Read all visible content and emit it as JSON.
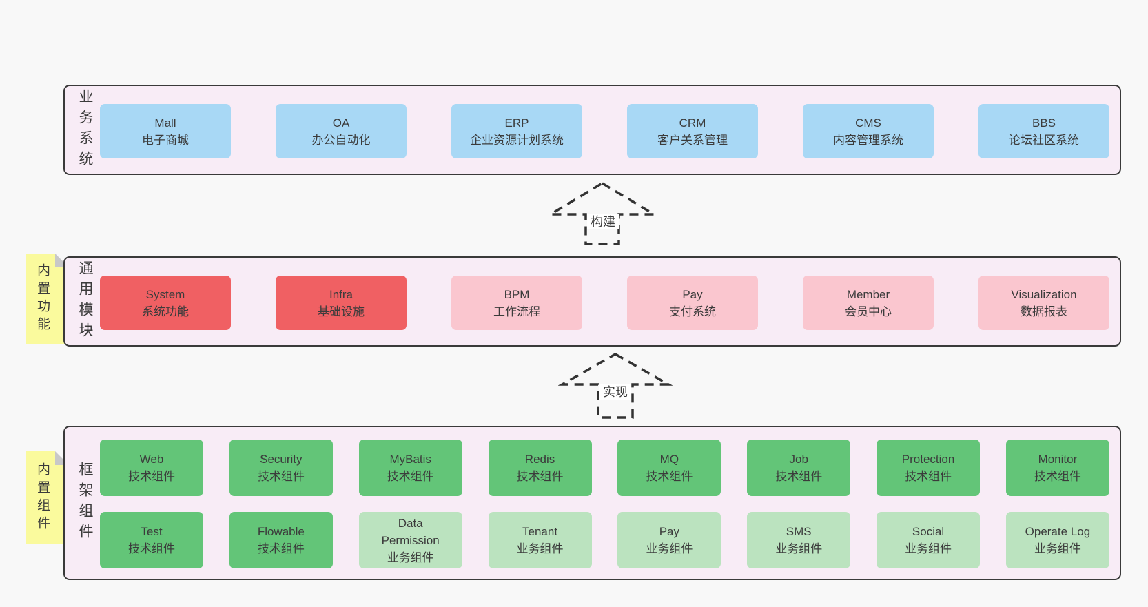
{
  "colors": {
    "page_bg": "#f8f8f8",
    "band_bg": "#f8ecf6",
    "band_border": "#3a3a3a",
    "box_blue": "#a8d8f5",
    "box_red": "#f06063",
    "box_pink": "#fac6cf",
    "box_green": "#63c578",
    "box_green_light": "#bbe3bf",
    "sticky_bg": "#fafa9d",
    "sticky_fold": "#c8c8c8",
    "text": "#3b3b3b",
    "arrow": "#333333"
  },
  "arrows": [
    {
      "label": "构建"
    },
    {
      "label": "实现"
    }
  ],
  "bands": [
    {
      "label": "业务系统",
      "rows": [
        [
          {
            "title": "Mall",
            "subtitle": "电子商城",
            "variant": "blue"
          },
          {
            "title": "OA",
            "subtitle": "办公自动化",
            "variant": "blue"
          },
          {
            "title": "ERP",
            "subtitle": "企业资源计划系统",
            "variant": "blue"
          },
          {
            "title": "CRM",
            "subtitle": "客户关系管理",
            "variant": "blue"
          },
          {
            "title": "CMS",
            "subtitle": "内容管理系统",
            "variant": "blue"
          },
          {
            "title": "BBS",
            "subtitle": "论坛社区系统",
            "variant": "blue"
          }
        ]
      ]
    },
    {
      "label": "通用模块",
      "sticky": "内置功能",
      "rows": [
        [
          {
            "title": "System",
            "subtitle": "系统功能",
            "variant": "red"
          },
          {
            "title": "Infra",
            "subtitle": "基础设施",
            "variant": "red"
          },
          {
            "title": "BPM",
            "subtitle": "工作流程",
            "variant": "pink"
          },
          {
            "title": "Pay",
            "subtitle": "支付系统",
            "variant": "pink"
          },
          {
            "title": "Member",
            "subtitle": "会员中心",
            "variant": "pink"
          },
          {
            "title": "Visualization",
            "subtitle": "数据报表",
            "variant": "pink"
          }
        ]
      ]
    },
    {
      "label": "框架组件",
      "sticky": "内置组件",
      "rows": [
        [
          {
            "title": "Web",
            "subtitle": "技术组件",
            "variant": "green"
          },
          {
            "title": "Security",
            "subtitle": "技术组件",
            "variant": "green"
          },
          {
            "title": "MyBatis",
            "subtitle": "技术组件",
            "variant": "green"
          },
          {
            "title": "Redis",
            "subtitle": "技术组件",
            "variant": "green"
          },
          {
            "title": "MQ",
            "subtitle": "技术组件",
            "variant": "green"
          },
          {
            "title": "Job",
            "subtitle": "技术组件",
            "variant": "green"
          },
          {
            "title": "Protection",
            "subtitle": "技术组件",
            "variant": "green"
          },
          {
            "title": "Monitor",
            "subtitle": "技术组件",
            "variant": "green"
          }
        ],
        [
          {
            "title": "Test",
            "subtitle": "技术组件",
            "variant": "green"
          },
          {
            "title": "Flowable",
            "subtitle": "技术组件",
            "variant": "green"
          },
          {
            "title": "Data Permission",
            "subtitle": "业务组件",
            "variant": "green-light"
          },
          {
            "title": "Tenant",
            "subtitle": "业务组件",
            "variant": "green-light"
          },
          {
            "title": "Pay",
            "subtitle": "业务组件",
            "variant": "green-light"
          },
          {
            "title": "SMS",
            "subtitle": "业务组件",
            "variant": "green-light"
          },
          {
            "title": "Social",
            "subtitle": "业务组件",
            "variant": "green-light"
          },
          {
            "title": "Operate Log",
            "subtitle": "业务组件",
            "variant": "green-light"
          }
        ]
      ]
    }
  ]
}
